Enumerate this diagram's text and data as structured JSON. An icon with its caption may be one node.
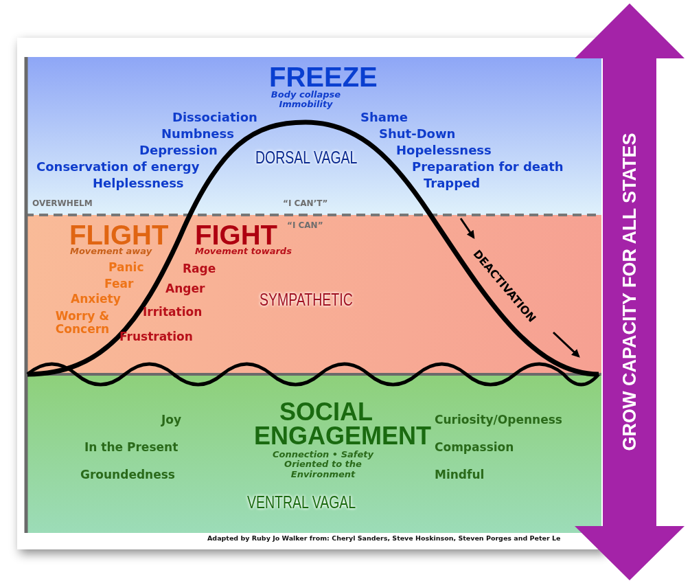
{
  "diagram": {
    "nodes": [
      {
        "text": [
          "FREEZE",
          "Body collapse Immobility",
          "Dissociation",
          "Numbness",
          "Depression",
          "Conservation of energy",
          "Helplessness",
          "DORSAL VAGAL",
          "Shame",
          "Shut-Down",
          "Hopelessness",
          "Preparation for death",
          "Trapped",
          "OVERWHELM",
          "“I CAN’T”"
        ]
      },
      {
        "text": [
          "FLIGHT",
          "Movement away",
          "FIGHT",
          "Movement towards",
          "“I CAN”",
          "Panic",
          "Rage",
          "Fear",
          "Anger",
          "Anxiety",
          "SYMPATHETIC",
          "Worry & Concern",
          "Irritation",
          "Frustration"
        ]
      },
      {
        "text": [
          "SOCIAL ENGAGEMENT",
          "Connection • Safety Oriented to the Environment",
          "Joy",
          "Curiosity/Openness",
          "In the Present",
          "Compassion",
          "Groundedness",
          "Mindful",
          "VENTRAL VAGAL"
        ]
      },
      {
        "text": [
          "GROW CAPACITY FOR ALL STATES"
        ]
      }
    ],
    "edges": [],
    "labels": [
      "DEACTIVATION",
      "Adapted by Ruby Jo Walker from: Cheryl Sanders, Steve Hoskinson, Steven Porges and Peter Le"
    ]
  }
}
